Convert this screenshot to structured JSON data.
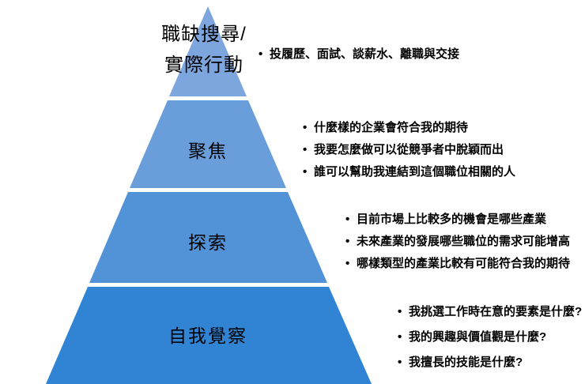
{
  "diagram": {
    "type": "pyramid",
    "levels": [
      {
        "label": "職缺搜尋/實際行動",
        "label_lines": [
          "職缺搜尋/",
          "實際行動"
        ],
        "color": "#7CA6DD",
        "bullets": [
          "投履歷、面試、談薪水、離職與交接"
        ]
      },
      {
        "label": "聚焦",
        "color": "#699EDB",
        "bullets": [
          "什麼樣的企業會符合我的期待",
          "我要怎麼做可以從競爭者中脫穎而出",
          "誰可以幫助我連結到這個職位相關的人"
        ]
      },
      {
        "label": "探索",
        "color": "#5292D7",
        "bullets": [
          "目前市場上比較多的機會是哪些產業",
          "未來產業的發展哪些職位的需求可能增高",
          "哪樣類型的產業比較有可能符合我的期待"
        ]
      },
      {
        "label": "自我覺察",
        "color": "#3084D3",
        "bullets": [
          "我挑選工作時在意的要素是什麼?",
          "我的興趣與價值觀是什麼?",
          "我擅長的技能是什麼?"
        ]
      }
    ]
  }
}
